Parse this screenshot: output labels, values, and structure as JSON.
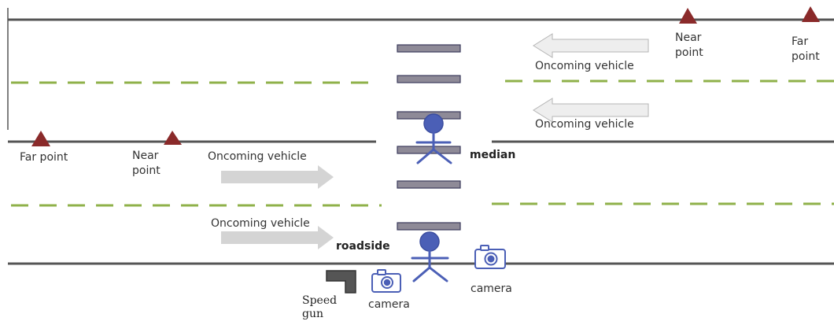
{
  "labels": {
    "near_point": "Near point",
    "far_point": "Far point",
    "oncoming_vehicle": "Oncoming vehicle",
    "median": "median",
    "roadside": "roadside",
    "camera": "camera",
    "speed_gun": "Speed gun"
  },
  "colors": {
    "road_line": "#555555",
    "lane_dash": "#8fb14a",
    "crosswalk_stripe": "#8e8a97",
    "stripe_border": "#3b3b5c",
    "marker": "#8a2a2a",
    "person": "#4b5fb6",
    "arrow": "#d4d4d4",
    "camera": "#4b5fb6",
    "speed_gun": "#555555"
  },
  "icons": [
    "near-point-marker",
    "far-point-marker",
    "pedestrian-figure",
    "camera-icon",
    "speed-gun-icon",
    "direction-arrow"
  ]
}
